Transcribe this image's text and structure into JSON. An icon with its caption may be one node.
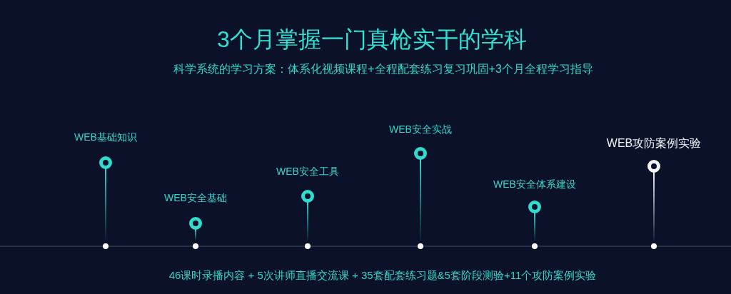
{
  "diagram": {
    "title": "3个月掌握一门真枪实干的学科",
    "labels": [
      "科学系统的学习方案：体系化视频课程+全程配套练习复习巩固+3个月全程学习指导",
      "WEB基础知识",
      "WEB安全基础",
      "WEB安全工具",
      "WEB安全实战",
      "WEB安全体系建设",
      "WEB攻防案例实验",
      "46课时录播内容 + 5次讲师直播交流课 + 35套配套练习题&5套阶段测验+11个攻防案例实验"
    ]
  }
}
